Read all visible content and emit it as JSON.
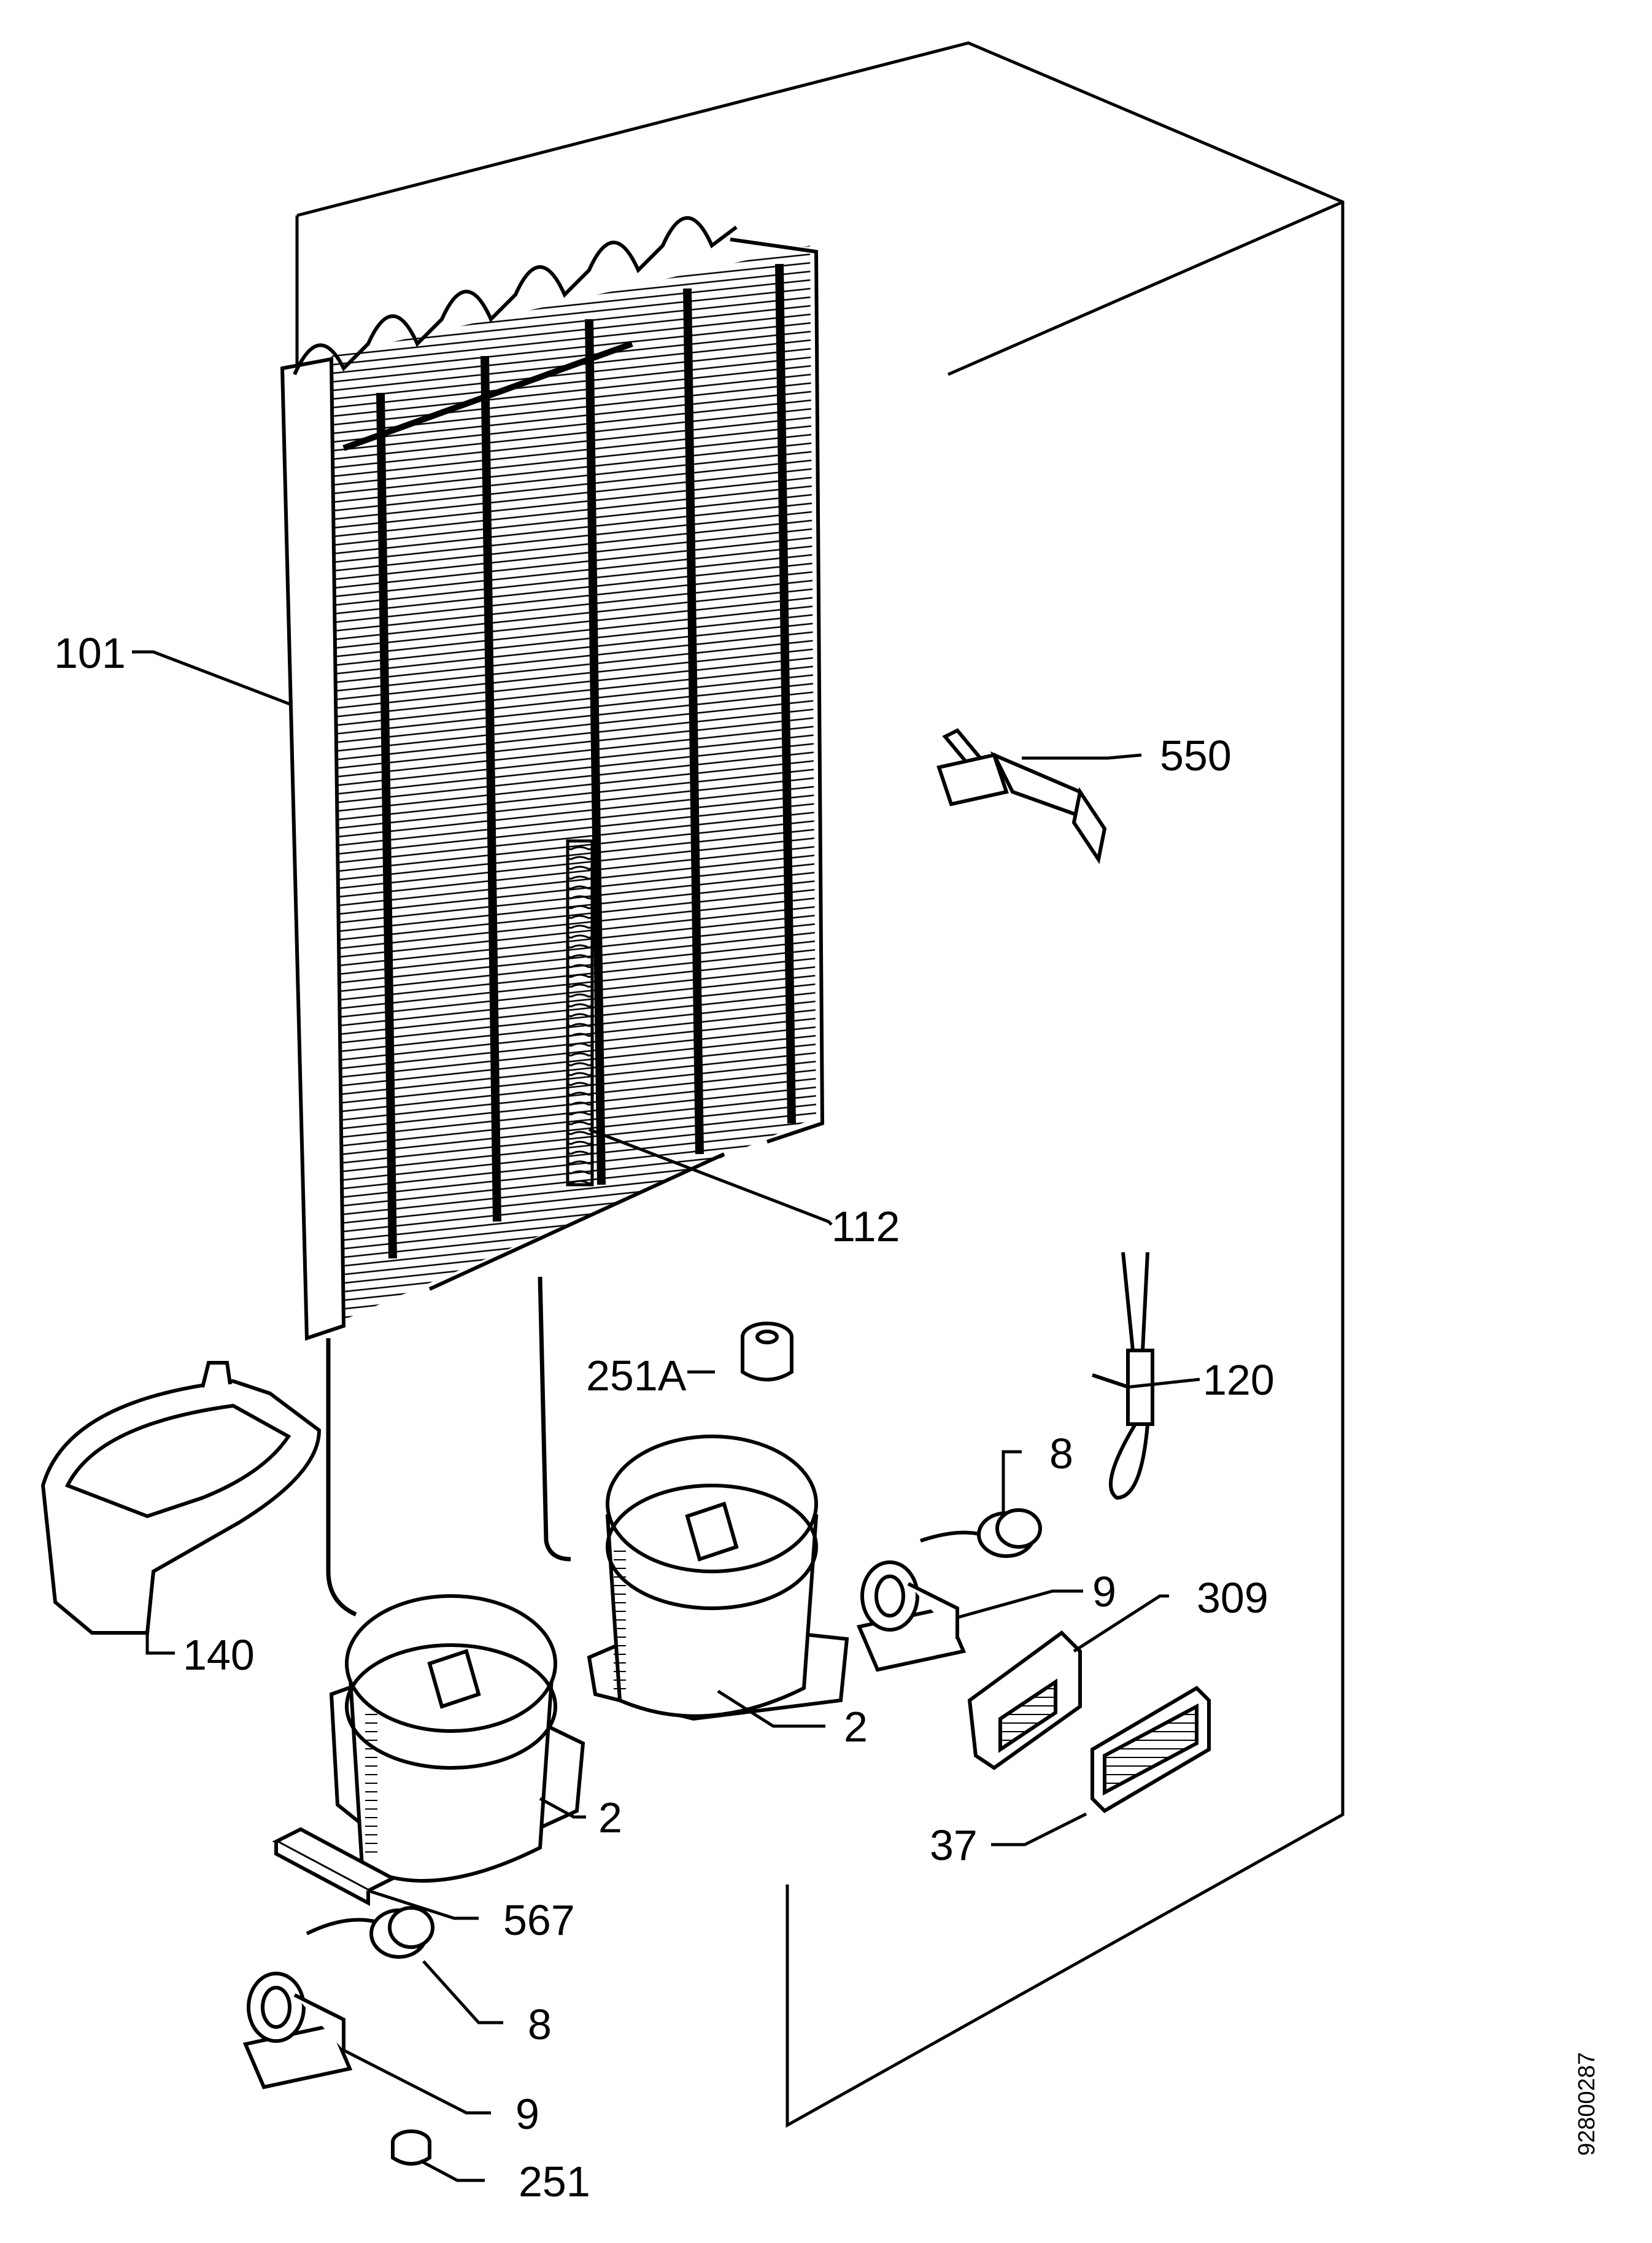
{
  "labels": {
    "l101": "101",
    "l550": "550",
    "l112": "112",
    "l251A": "251A",
    "l120": "120",
    "l8a": "8",
    "l9a": "9",
    "l309": "309",
    "l140": "140",
    "l2a": "2",
    "l2b": "2",
    "l37": "37",
    "l567": "567",
    "l8b": "8",
    "l9b": "9",
    "l251": "251"
  },
  "drawing_code": "92800287"
}
